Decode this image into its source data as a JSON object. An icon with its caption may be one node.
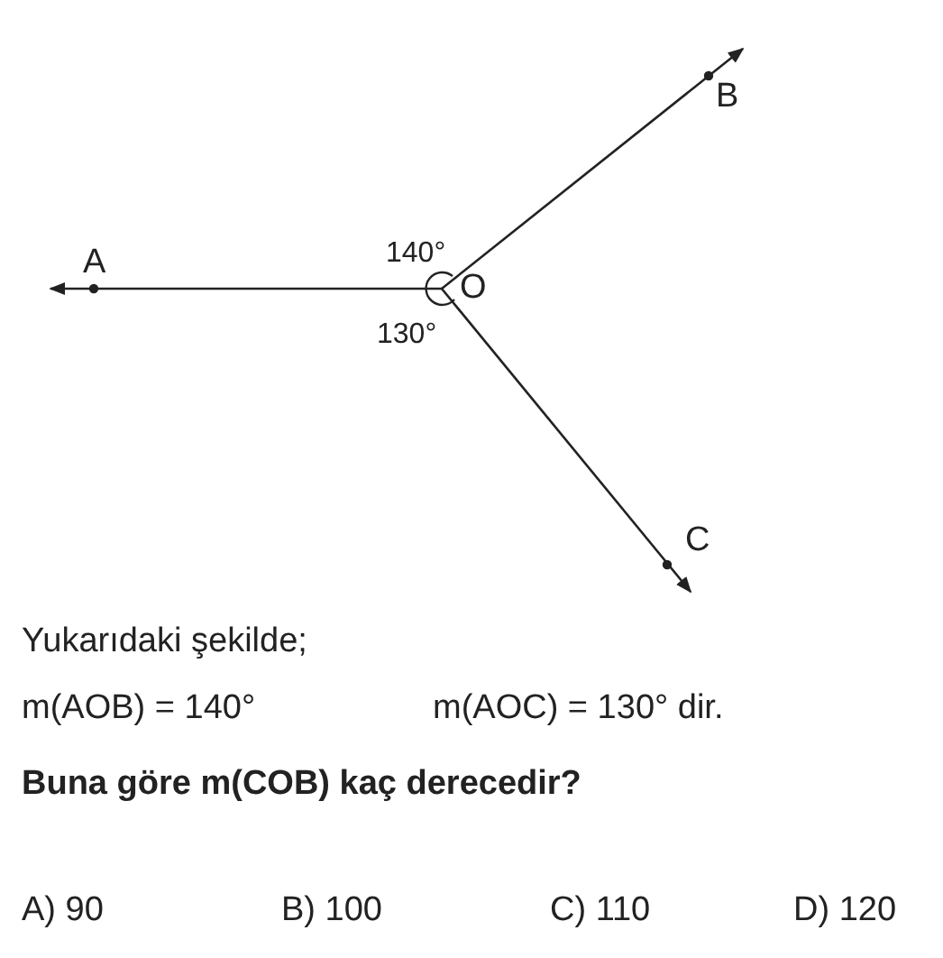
{
  "diagram": {
    "nodes": [
      {
        "text": [
          "A"
        ]
      },
      {
        "text": [
          "B"
        ]
      },
      {
        "text": [
          "C"
        ]
      },
      {
        "text": [
          "O"
        ]
      }
    ],
    "edges": [
      {
        "from": 3,
        "to": 0,
        "arrow": "to"
      },
      {
        "from": 3,
        "to": 1,
        "arrow": "to"
      },
      {
        "from": 3,
        "to": 2,
        "arrow": "to"
      }
    ],
    "labels": [
      "140°",
      "130°",
      "Yukarıdaki şekilde;",
      "m(AOB) = 140°",
      "m(AOC) = 130° dir.",
      "Buna göre m(COB) kaç derecedir?",
      "A) 90",
      "B) 100",
      "C) 110",
      "D) 120"
    ]
  }
}
